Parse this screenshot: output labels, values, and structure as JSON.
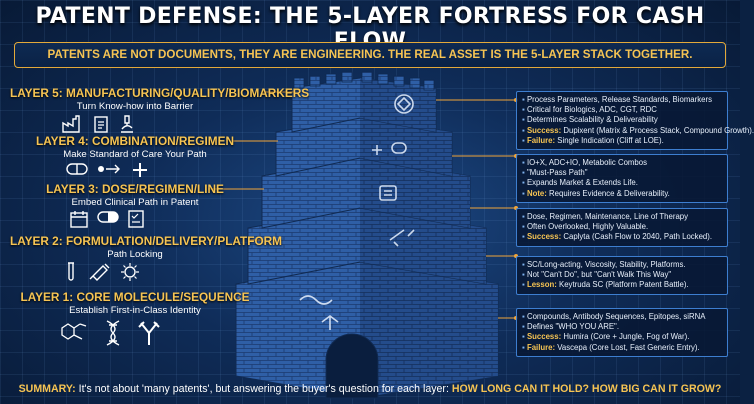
{
  "title": "PATENT DEFENSE: THE 5-LAYER FORTRESS FOR CASH FLOW",
  "banner": "PATENTS ARE NOT DOCUMENTS, THEY ARE ENGINEERING. THE REAL ASSET IS THE 5-LAYER STACK TOGETHER.",
  "layers": [
    {
      "title": "LAYER 5: MANUFACTURING/QUALITY/BIOMARKERS",
      "subtitle": "Turn Know-how into Barrier"
    },
    {
      "title": "LAYER 4: COMBINATION/REGIMEN",
      "subtitle": "Make Standard of Care Your Path"
    },
    {
      "title": "LAYER 3: DOSE/REGIMEN/LINE",
      "subtitle": "Embed Clinical Path in Patent"
    },
    {
      "title": "LAYER 2: FORMULATION/DELIVERY/PLATFORM",
      "subtitle": "Path Locking"
    },
    {
      "title": "LAYER 1: CORE MOLECULE/SEQUENCE",
      "subtitle": "Establish First-in-Class Identity"
    }
  ],
  "details": [
    {
      "points": [
        "Process Parameters, Release Standards, Biomarkers",
        "Critical for Biologics, ADC, CGT, RDC",
        "Determines Scalability & Deliverability"
      ],
      "success_label": "Success:",
      "success": "Dupixent (Matrix & Process Stack, Compound Growth).",
      "failure_label": "Failure:",
      "failure": "Single Indication (Cliff at LOE)."
    },
    {
      "points": [
        "IO+X, ADC+IO, Metabolic Combos",
        "\"Must-Pass Path\"",
        "Expands Market & Extends Life."
      ],
      "note_label": "Note:",
      "note": "Requires Evidence & Deliverability."
    },
    {
      "points": [
        "Dose, Regimen, Maintenance, Line of Therapy",
        "Often Overlooked, Highly Valuable."
      ],
      "success_label": "Success:",
      "success": "Caplyta (Cash Flow to 2040, Path Locked)."
    },
    {
      "points": [
        "SC/Long-acting, Viscosity, Stability, Platforms.",
        "Not \"Can't Do\", but \"Can't Walk This Way\""
      ],
      "lesson_label": "Lesson:",
      "lesson": "Keytruda SC (Platform Patent Battle)."
    },
    {
      "points": [
        "Compounds, Antibody Sequences, Epitopes, siRNA",
        "Defines \"WHO YOU ARE\"."
      ],
      "success_label": "Success:",
      "success": "Humira (Core + Jungle, Fog of War).",
      "failure_label": "Failure:",
      "failure": "Vascepa (Core Lost, Fast Generic Entry)."
    }
  ],
  "summary": {
    "lead": "SUMMARY:",
    "text": " It's not about 'many patents', but answering the buyer's question for each layer: ",
    "question": "HOW LONG CAN IT HOLD? HOW BIG CAN IT GROW?"
  },
  "colors": {
    "accent": "#f6c453",
    "brick": "#2f5fa6",
    "background": "#0f2c58",
    "connector": "#f0a53a"
  },
  "icons": {
    "layer5": [
      "factory-icon",
      "clipboard-icon",
      "microscope-icon"
    ],
    "layer4": [
      "pill-icon",
      "combination-arrow-icon",
      "plus-icon"
    ],
    "layer3": [
      "calendar-icon",
      "capsule-icon",
      "checklist-icon"
    ],
    "layer2": [
      "vial-icon",
      "syringe-icon",
      "nanoparticle-icon"
    ],
    "layer1": [
      "molecule-icon",
      "dna-icon",
      "antibody-icon"
    ]
  }
}
